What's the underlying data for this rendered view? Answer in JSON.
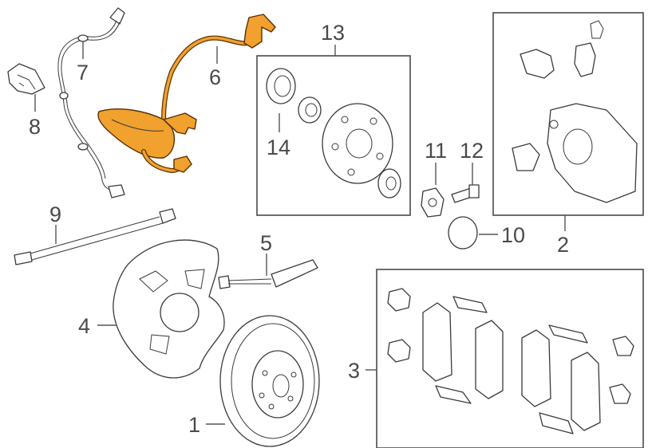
{
  "diagram": {
    "callouts": {
      "c1": "1",
      "c2": "2",
      "c3": "3",
      "c4": "4",
      "c5": "5",
      "c6": "6",
      "c7": "7",
      "c8": "8",
      "c9": "9",
      "c10": "10",
      "c11": "11",
      "c12": "12",
      "c13": "13",
      "c14": "14"
    },
    "highlighted_part": "6",
    "colors": {
      "highlight": "#f0a12e",
      "outline": "#3a3a3a",
      "text": "#4a4a4a"
    }
  }
}
